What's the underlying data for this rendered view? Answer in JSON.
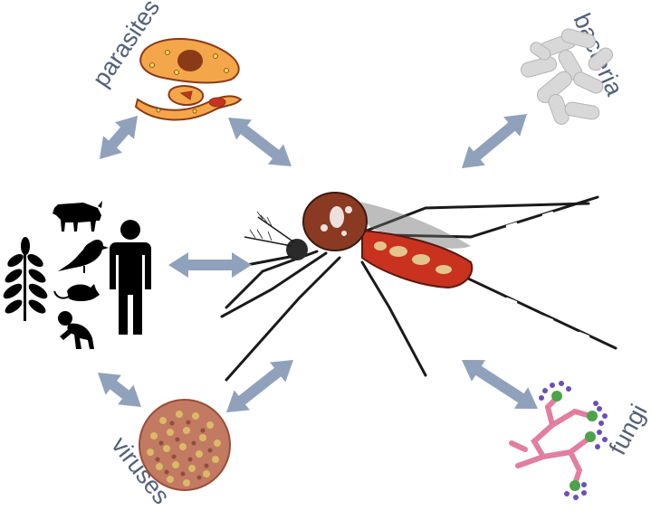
{
  "labels": {
    "parasites": "parasites",
    "bacteria": "bacteria",
    "viruses": "viruses",
    "fungi": "fungi"
  },
  "colors": {
    "arrow": "#8fa1bb",
    "label": "#54607a",
    "silhouette": "#000000",
    "mosquito_body": "#8a3a22",
    "mosquito_abdomen": "#c8321f",
    "parasite_fill": "#f4a64b",
    "parasite_nucleus": "#8a3a16",
    "bacteria": "#d6d6d6",
    "virus": "#b5614c",
    "fungi_stalk": "#e88aa8",
    "fungi_spores": "#6b4fb8"
  },
  "nodes": [
    {
      "id": "mosquito",
      "icon": "mosquito-icon"
    },
    {
      "id": "parasites",
      "icon": "parasite-cells-icon"
    },
    {
      "id": "bacteria",
      "icon": "bacteria-icon"
    },
    {
      "id": "viruses",
      "icon": "virus-icon"
    },
    {
      "id": "fungi",
      "icon": "fungi-icon"
    },
    {
      "id": "hosts",
      "icon": "host-organisms-icon",
      "members": [
        "plant-icon",
        "cow-icon",
        "bird-icon",
        "mouse-icon",
        "monkey-icon",
        "human-icon"
      ]
    }
  ],
  "connections": [
    {
      "from": "parasites",
      "to": "mosquito",
      "direction": "both"
    },
    {
      "from": "parasites",
      "to": "hosts",
      "direction": "both"
    },
    {
      "from": "bacteria",
      "to": "mosquito",
      "direction": "both"
    },
    {
      "from": "hosts",
      "to": "mosquito",
      "direction": "both"
    },
    {
      "from": "viruses",
      "to": "mosquito",
      "direction": "both"
    },
    {
      "from": "viruses",
      "to": "hosts",
      "direction": "both"
    },
    {
      "from": "fungi",
      "to": "mosquito",
      "direction": "both"
    }
  ]
}
